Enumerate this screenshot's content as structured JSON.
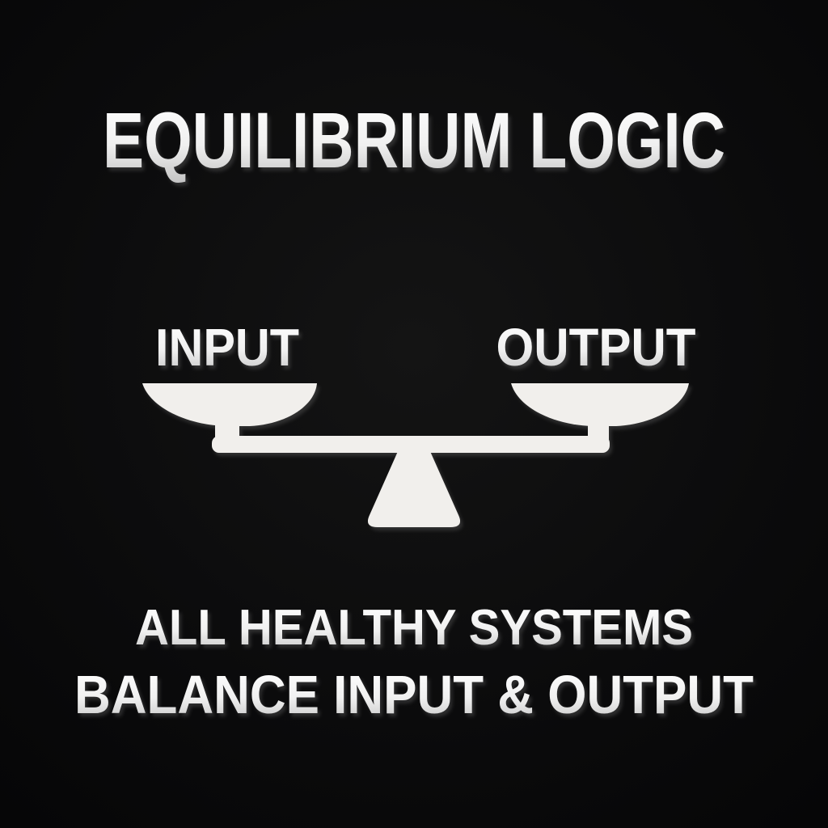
{
  "poster": {
    "title": "EQUILIBRIUM LOGIC",
    "scale": {
      "icon": "balance-scale-icon",
      "left_label": "INPUT",
      "right_label": "OUTPUT"
    },
    "caption": {
      "line1": "ALL HEALTHY SYSTEMS",
      "line2": "BALANCE INPUT & OUTPUT"
    },
    "colors": {
      "background": "#0b0b0c",
      "background_center": "#141414",
      "graphic": "#f1efec",
      "text_highlight": "#ffffff",
      "text_shade": "#c2c2c2",
      "shadow_tint": "#6b6b6b"
    }
  }
}
